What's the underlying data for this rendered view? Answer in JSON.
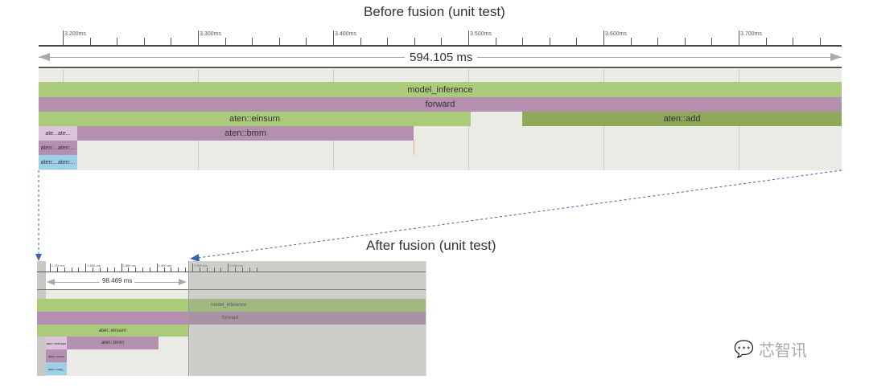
{
  "before": {
    "title": "Before fusion (unit test)",
    "ticks": [
      "3.200ms",
      "3.300ms",
      "3.400ms",
      "3.500ms",
      "3.600ms",
      "3.700ms"
    ],
    "duration": "594.105 ms",
    "bars": {
      "model_inference": "model_inference",
      "forward": "forward",
      "einsum": "aten::einsum",
      "add": "aten::add",
      "bmm": "aten::bmm",
      "small1": "ate...ate...",
      "small2": "aten:...aten:...",
      "small3": "aten:...aten:..."
    }
  },
  "after": {
    "title": "After fusion (unit test)",
    "ticks": [
      "2.750 ms",
      "2.800 ms",
      "2.850 ms",
      "2.900 ms",
      "2.950 ms",
      "3.000 ms"
    ],
    "duration": "98.469 ms",
    "bars": {
      "model_inference": "model_inference",
      "forward": "forward",
      "einsum": "aten::einsum",
      "bmm": "aten::bmm",
      "reshape": "aten::reshape",
      "clone": "aten::clone",
      "copy": "aten::copy_"
    }
  },
  "watermark": "芯智讯",
  "colors": {
    "green": "#a9cb7a",
    "dark_green": "#8fa95b",
    "purple": "#b48fb0",
    "light_purple": "#dcc4da",
    "blue": "#9dd0e8",
    "track": "#ebebe6"
  }
}
